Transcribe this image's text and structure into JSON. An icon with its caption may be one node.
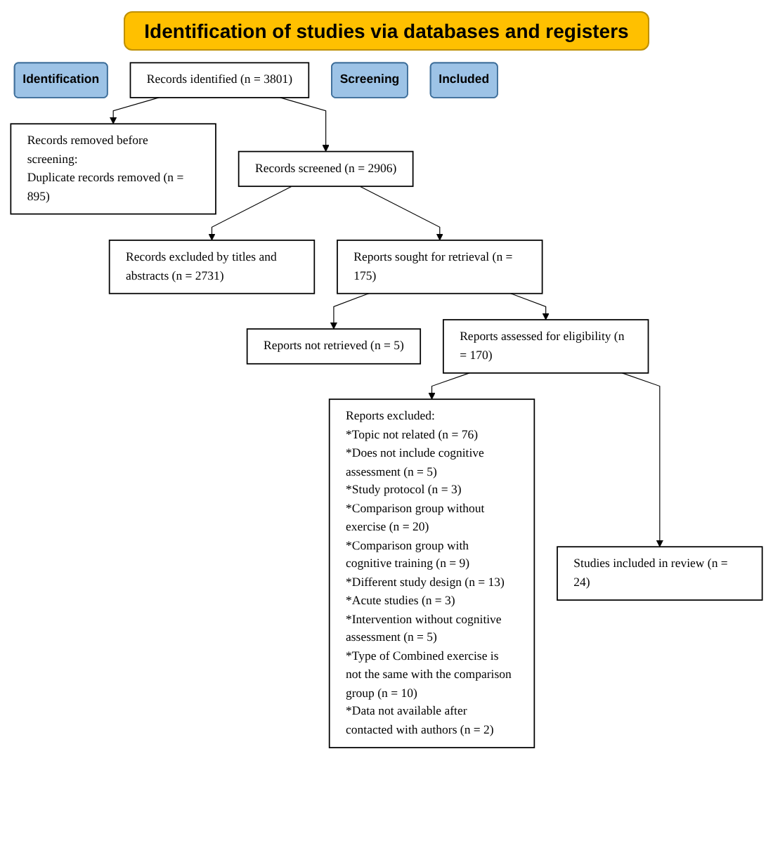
{
  "diagram": {
    "title": "Identification of studies via databases and registers",
    "nodes": [
      {
        "text": [
          "Identification"
        ]
      },
      {
        "text": [
          "Records identified (n = 3801)"
        ]
      },
      {
        "text": [
          "Records removed before screening:",
          "Duplicate records removed (n = 895)"
        ]
      },
      {
        "text": [
          "Screening"
        ]
      },
      {
        "text": [
          "Records screened (n = 2906)"
        ]
      },
      {
        "text": [
          "Records excluded by titles and abstracts (n = 2731)"
        ]
      },
      {
        "text": [
          "Reports sought for retrieval (n = 175)"
        ]
      },
      {
        "text": [
          "Reports not retrieved (n = 5)"
        ]
      },
      {
        "text": [
          "Reports assessed for eligibility (n = 170)"
        ]
      },
      {
        "text": [
          "Reports excluded:",
          "*Topic not related (n = 76)",
          "*Does not include cognitive assessment (n = 5)",
          "*Study protocol (n = 3)",
          "*Comparison group without exercise (n = 20)",
          "*Comparison group with cognitive training (n = 9)",
          "*Different study design (n = 13)",
          "*Acute studies (n = 3)",
          "*Intervention without cognitive assessment (n = 5)",
          "*Type of Combined exercise is not the same with the comparison group (n = 10)",
          "*Data not available after contacted with authors (n = 2)"
        ]
      },
      {
        "text": [
          "Included"
        ]
      },
      {
        "text": [
          "Studies included in review (n = 24)"
        ]
      }
    ],
    "edges": [
      {
        "from": 1,
        "to": 2,
        "arrow": "to"
      },
      {
        "from": 1,
        "to": 4,
        "arrow": "to"
      },
      {
        "from": 4,
        "to": 5,
        "arrow": "to"
      },
      {
        "from": 4,
        "to": 6,
        "arrow": "to"
      },
      {
        "from": 6,
        "to": 7,
        "arrow": "to"
      },
      {
        "from": 6,
        "to": 8,
        "arrow": "to"
      },
      {
        "from": 8,
        "to": 9,
        "arrow": "to"
      },
      {
        "from": 8,
        "to": 11,
        "arrow": "to"
      }
    ]
  }
}
